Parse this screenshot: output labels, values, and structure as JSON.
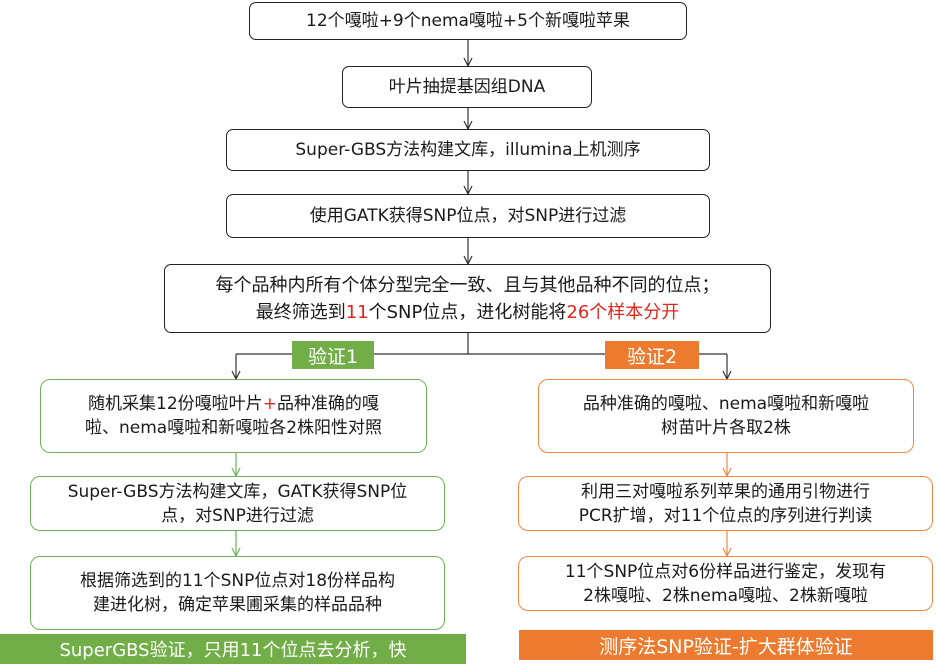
{
  "flow": {
    "step1": "12个嘎啦+9个nema嘎啦+5个新嘎啦苹果",
    "step2": "叶片抽提基因组DNA",
    "step3": "Super-GBS方法构建文库，illumina上机测序",
    "step4": "使用GATK获得SNP位点，对SNP进行过滤",
    "step5": {
      "line1": "每个品种内所有个体分型完全一致、且与其他品种不同的位点；",
      "line2_a": "最终筛选到",
      "line2_b": "11",
      "line2_c": "个SNP位点，进化树能将",
      "line2_d": "26个样本分开"
    }
  },
  "branch1": {
    "tag": "验证1",
    "box1": {
      "a": "随机采集12份嘎啦叶片",
      "b": "+",
      "c": "品种准确的嘎",
      "line2": "啦、nema嘎啦和新嘎啦各2株阳性对照"
    },
    "box2": {
      "line1": "Super-GBS方法构建文库，GATK获得SNP位",
      "line2": "点，对SNP进行过滤"
    },
    "box3": {
      "line1": "根据筛选到的11个SNP位点对18份样品构",
      "line2": "建进化树，确定苹果圃采集的样品品种"
    },
    "banner": "SuperGBS验证，只用11个位点去分析，快"
  },
  "branch2": {
    "tag": "验证2",
    "box1": {
      "line1": "品种准确的嘎啦、nema嘎啦和新嘎啦",
      "line2": "树苗叶片各取2株"
    },
    "box2": {
      "line1": "利用三对嘎啦系列苹果的通用引物进行",
      "line2": "PCR扩增，对11个位点的序列进行判读"
    },
    "box3": {
      "line1": "11个SNP位点对6份样品进行鉴定，发现有",
      "line2": "2株嘎啦、2株nema嘎啦、2株新嘎啦"
    },
    "banner": "测序法SNP验证-扩大群体验证"
  },
  "colors": {
    "green": "#72ae48",
    "orange": "#ec7b2f",
    "red": "#e0261c",
    "outline": "#222222"
  }
}
